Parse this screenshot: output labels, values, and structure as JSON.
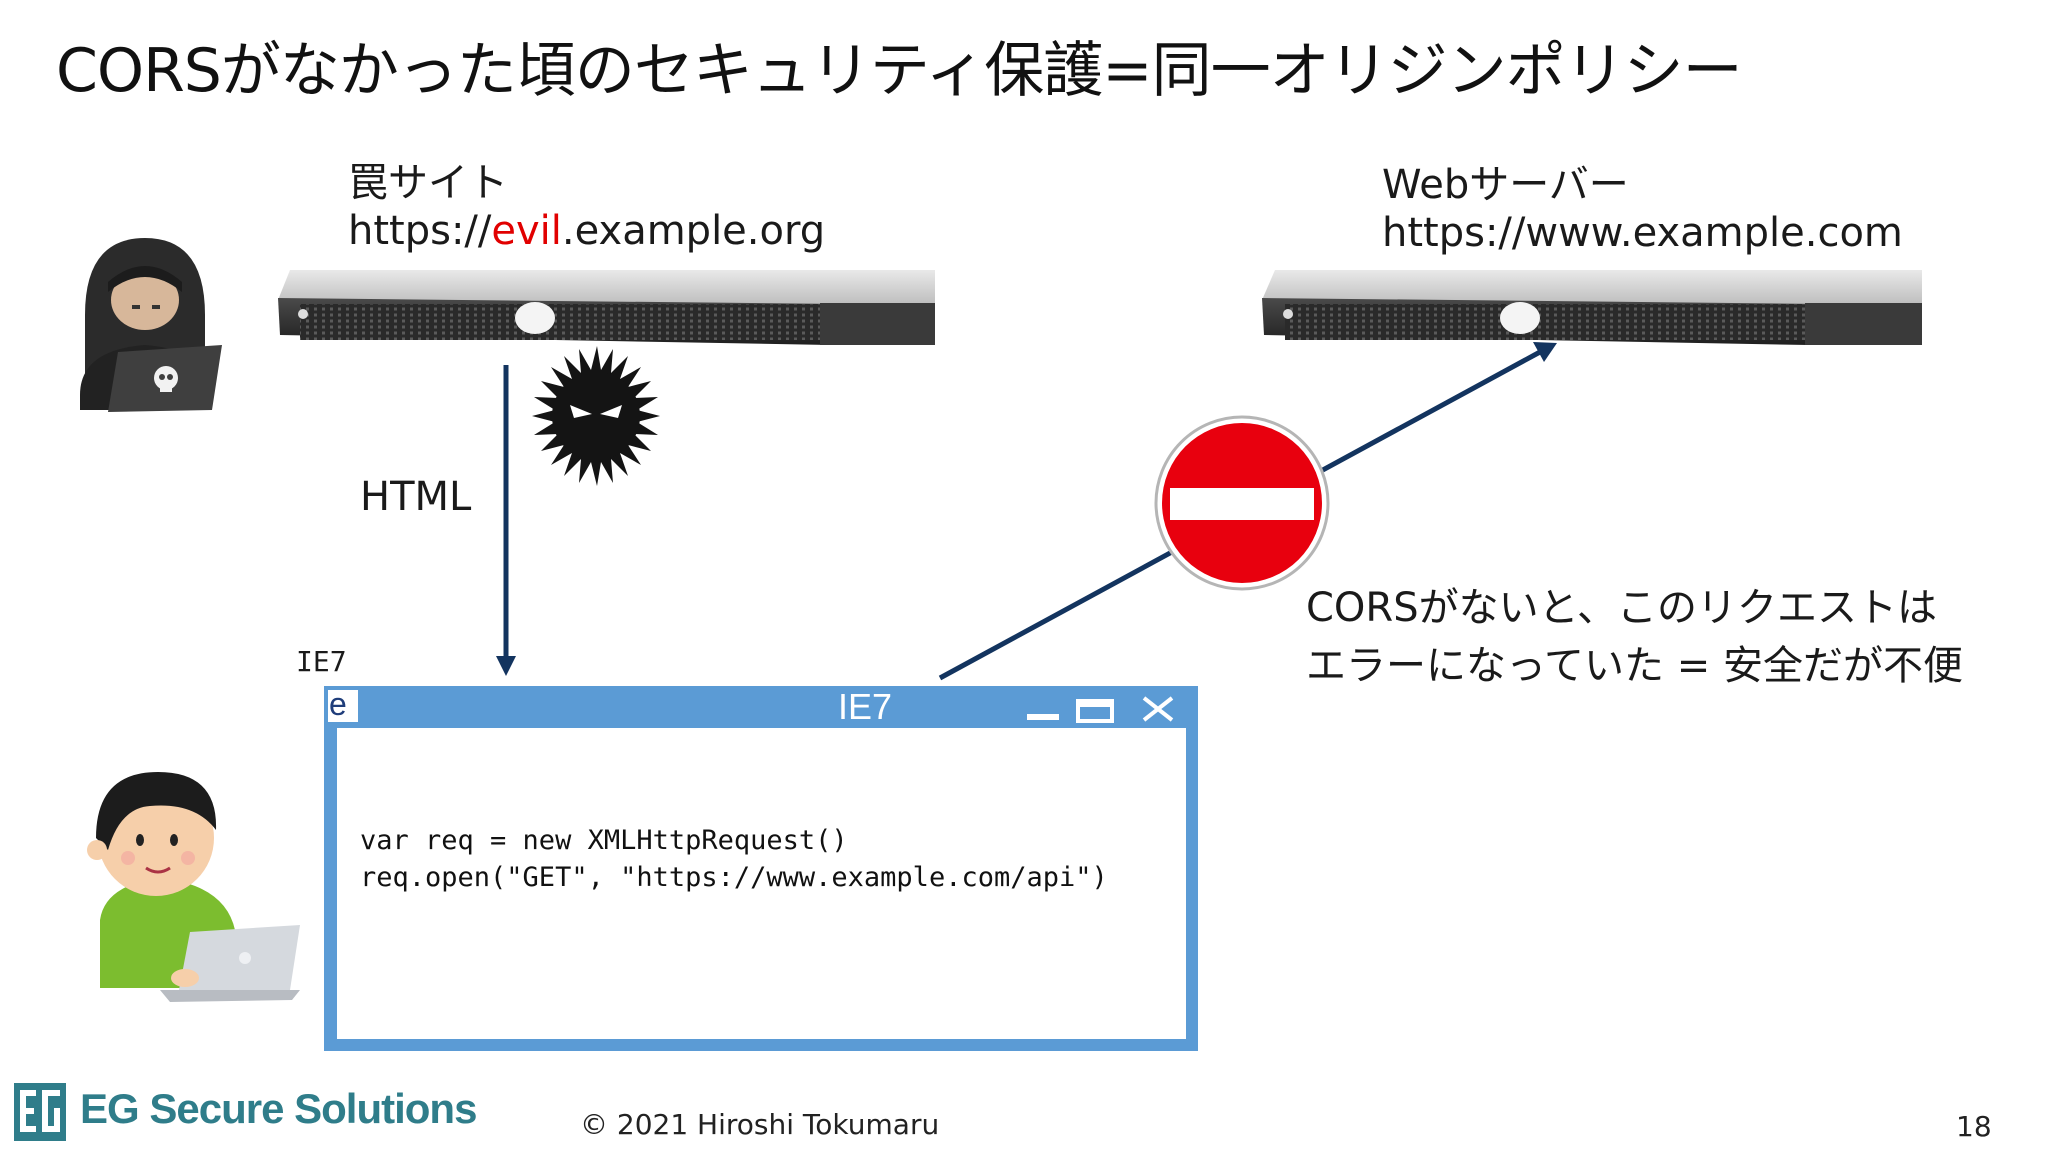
{
  "slide": {
    "title": "CORSがなかった頃のセキュリティ保護=同一オリジンポリシー",
    "page_number": "18",
    "copyright": "© 2021 Hiroshi Tokumaru"
  },
  "trap_site": {
    "name": "罠サイト",
    "url_prefix": "https://",
    "url_highlight": "evil",
    "url_suffix": ".example.org",
    "highlight_color": "#e10000"
  },
  "web_server": {
    "name": "Webサーバー",
    "url": "https://www.example.com"
  },
  "html_label": "HTML",
  "browser": {
    "caption": "IE7",
    "window_title": "IE7",
    "logo_letter": "e",
    "code_lines": [
      "var req = new XMLHttpRequest()",
      "req.open(\"GET\", \"https://www.example.com/api\")"
    ]
  },
  "note_lines": [
    "CORSがないと、このリクエストは",
    "エラーになっていた = 安全だが不便"
  ],
  "logo": {
    "mark": "EG",
    "text": "EG Secure Solutions",
    "color": "#2f7d8a"
  },
  "colors": {
    "arrow": "#13345f",
    "window_frame": "#5b9bd5",
    "no_entry": "#e8000e"
  }
}
